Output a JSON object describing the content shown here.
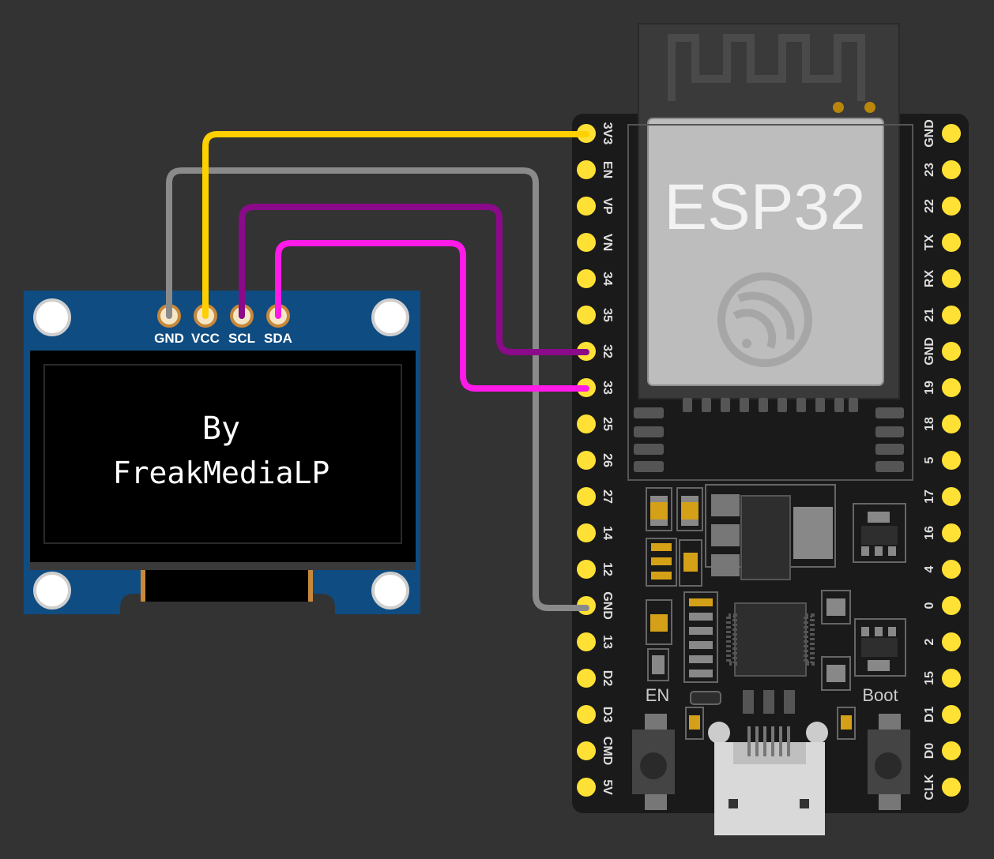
{
  "oled": {
    "pins": [
      "GND",
      "VCC",
      "SCL",
      "SDA"
    ],
    "screen_lines": [
      "By",
      "FreakMediaLP"
    ]
  },
  "esp32": {
    "chip_label": "ESP32",
    "left_pins": [
      "3V3",
      "EN",
      "VP",
      "VN",
      "34",
      "35",
      "32",
      "33",
      "25",
      "26",
      "27",
      "14",
      "12",
      "GND",
      "13",
      "D2",
      "D3",
      "CMD",
      "5V"
    ],
    "right_pins": [
      "GND",
      "23",
      "22",
      "TX",
      "RX",
      "21",
      "GND",
      "19",
      "18",
      "5",
      "17",
      "16",
      "4",
      "0",
      "2",
      "15",
      "D1",
      "D0",
      "CLK"
    ],
    "buttons": {
      "en": "EN",
      "boot": "Boot"
    }
  },
  "colors": {
    "background": "#333333",
    "wire_vcc": "#FFD000",
    "wire_gnd": "#8A8A8A",
    "wire_scl": "#8A0A8A",
    "wire_sda": "#FF1AE8",
    "pin_pad": "#FFE135",
    "oled_board": "#0F4C81",
    "esp32_board": "#1A1A1A",
    "esp32_module": "#B8B8B8"
  },
  "icons": [
    "espressif-logo-icon",
    "mounting-hole-icon",
    "usb-port-icon",
    "button-icon"
  ]
}
